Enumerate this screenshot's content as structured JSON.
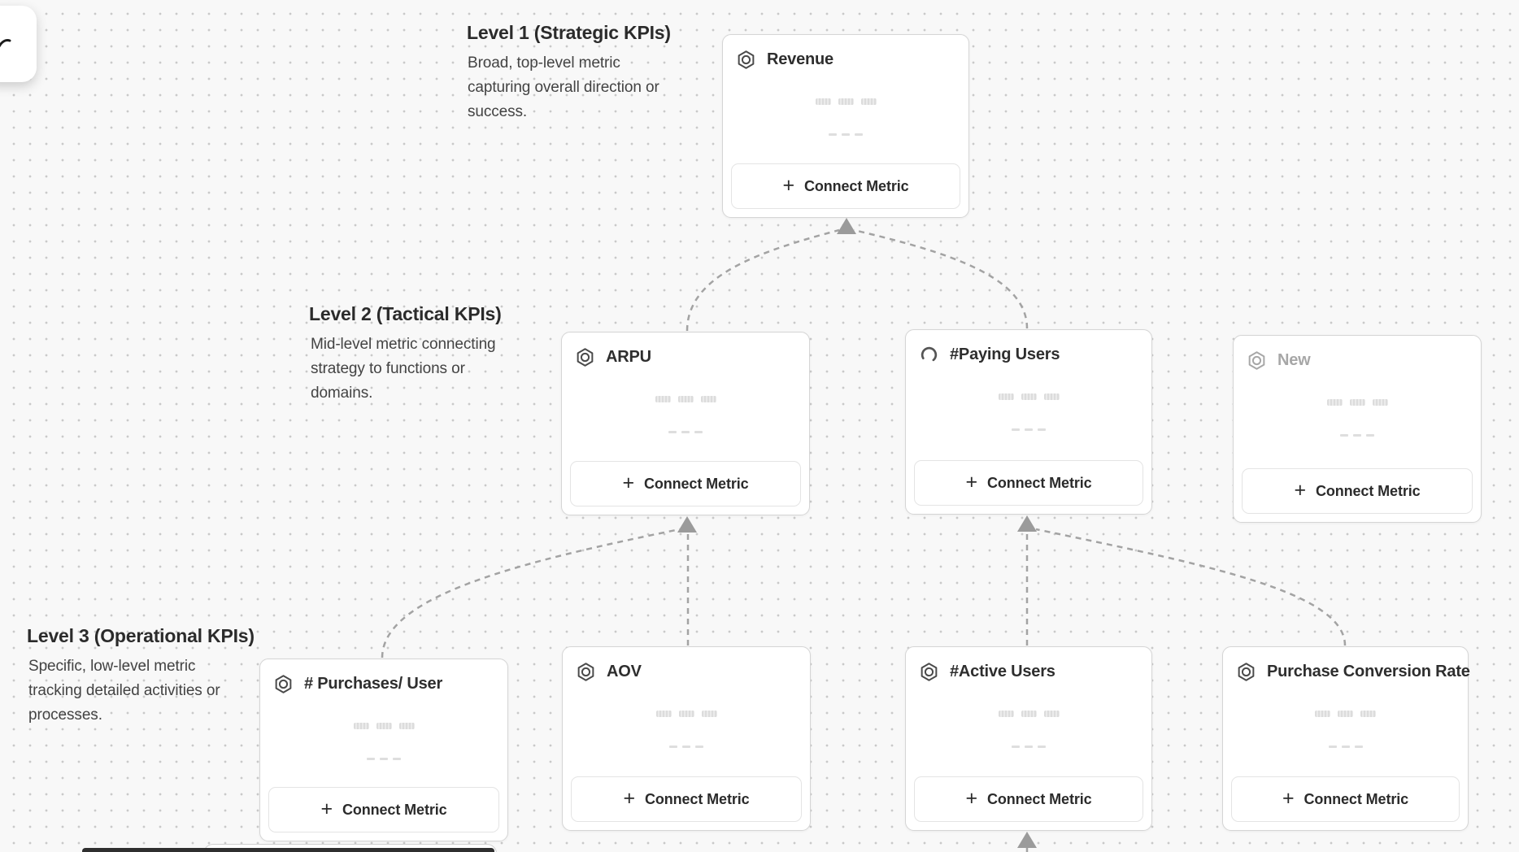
{
  "canvas": {
    "sections": [
      {
        "title": "Level 1 (Strategic KPIs)",
        "description": "Broad, top-level metric capturing overall direction or success."
      },
      {
        "title": "Level 2 (Tactical KPIs)",
        "description": "Mid-level metric connecting strategy to functions or domains."
      },
      {
        "title": "Level 3 (Operational KPIs)",
        "description": "Specific, low-level metric tracking detailed activities or processes."
      }
    ],
    "cards": [
      {
        "id": "revenue",
        "title": "Revenue",
        "icon": "metric-hexagon-icon",
        "state": "default"
      },
      {
        "id": "arpu",
        "title": "ARPU",
        "icon": "metric-hexagon-icon",
        "state": "default"
      },
      {
        "id": "paying-users",
        "title": "#Paying Users",
        "icon": "loading-spinner-icon",
        "state": "loading"
      },
      {
        "id": "new",
        "title": "New",
        "icon": "metric-hexagon-icon",
        "state": "draft"
      },
      {
        "id": "purchases-per-user",
        "title": "# Purchases/ User",
        "icon": "metric-hexagon-icon",
        "state": "default"
      },
      {
        "id": "aov",
        "title": "AOV",
        "icon": "metric-hexagon-icon",
        "state": "default"
      },
      {
        "id": "active-users",
        "title": "#Active Users",
        "icon": "metric-hexagon-icon",
        "state": "default"
      },
      {
        "id": "purchase-conversion-rate",
        "title": "Purchase Conversion Rate",
        "icon": "metric-hexagon-icon",
        "state": "default"
      }
    ],
    "connect_metric_label": "Connect Metric",
    "plus_glyph": "+",
    "colors": {
      "background": "#f8f8f8",
      "dot_grid": "#c9c9c9",
      "card_border": "#d5d5d5",
      "connector": "#a3a3a3",
      "arrowhead": "#9b9b9b",
      "card_title": "#2e2e2e",
      "draft_text": "#a7a7a7",
      "section_title": "#2b2b2b",
      "section_description": "#434343",
      "bottom_toolbar": "#2f2f2f"
    }
  }
}
